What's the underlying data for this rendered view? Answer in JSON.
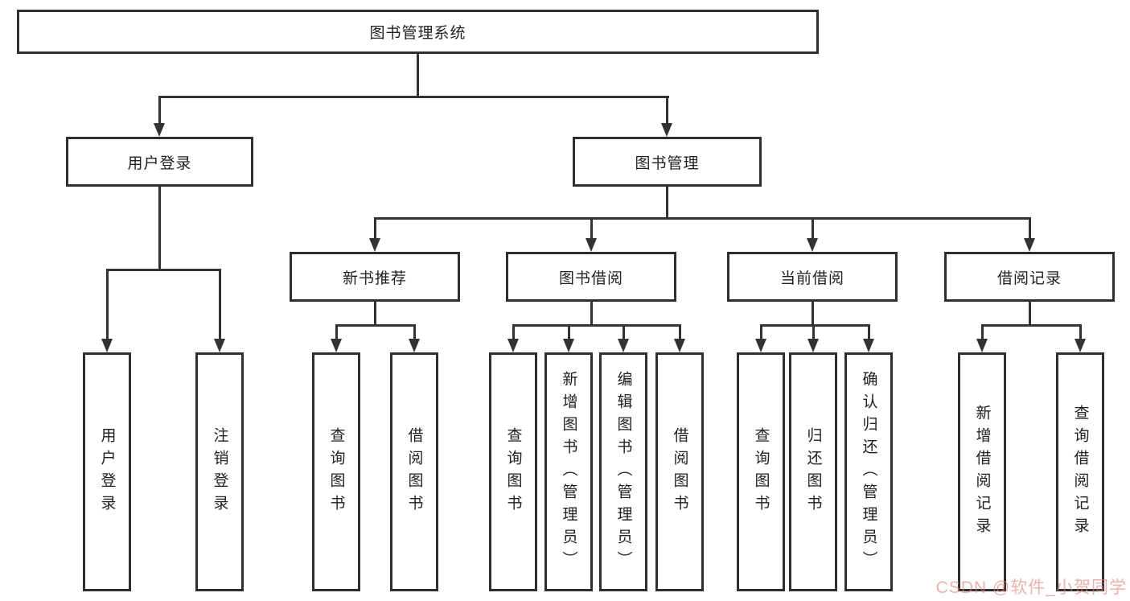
{
  "root": {
    "label": "图书管理系统"
  },
  "level2": [
    {
      "label": "用户登录"
    },
    {
      "label": "图书管理"
    }
  ],
  "level3": [
    {
      "label": "新书推荐"
    },
    {
      "label": "图书借阅"
    },
    {
      "label": "当前借阅"
    },
    {
      "label": "借阅记录"
    }
  ],
  "leaves": {
    "user_login": [
      {
        "label": "用户登录"
      },
      {
        "label": "注销登录"
      }
    ],
    "new_books": [
      {
        "label": "查询图书"
      },
      {
        "label": "借阅图书"
      }
    ],
    "book_borrow": [
      {
        "label": "查询图书"
      },
      {
        "label": "新增图书（管理员）"
      },
      {
        "label": "编辑图书（管理员）"
      },
      {
        "label": "借阅图书"
      }
    ],
    "current_borrow": [
      {
        "label": "查询图书"
      },
      {
        "label": "归还图书"
      },
      {
        "label": "确认归还（管理员）"
      }
    ],
    "borrow_records": [
      {
        "label": "新增借阅记录"
      },
      {
        "label": "查询借阅记录"
      }
    ]
  },
  "watermark": {
    "text": "CSDN @软件_小贺同学",
    "color": "#e58074"
  },
  "colors": {
    "line": "#333333",
    "border": "#2f2f2f",
    "text": "#1f1f1f",
    "background": "#ffffff"
  }
}
